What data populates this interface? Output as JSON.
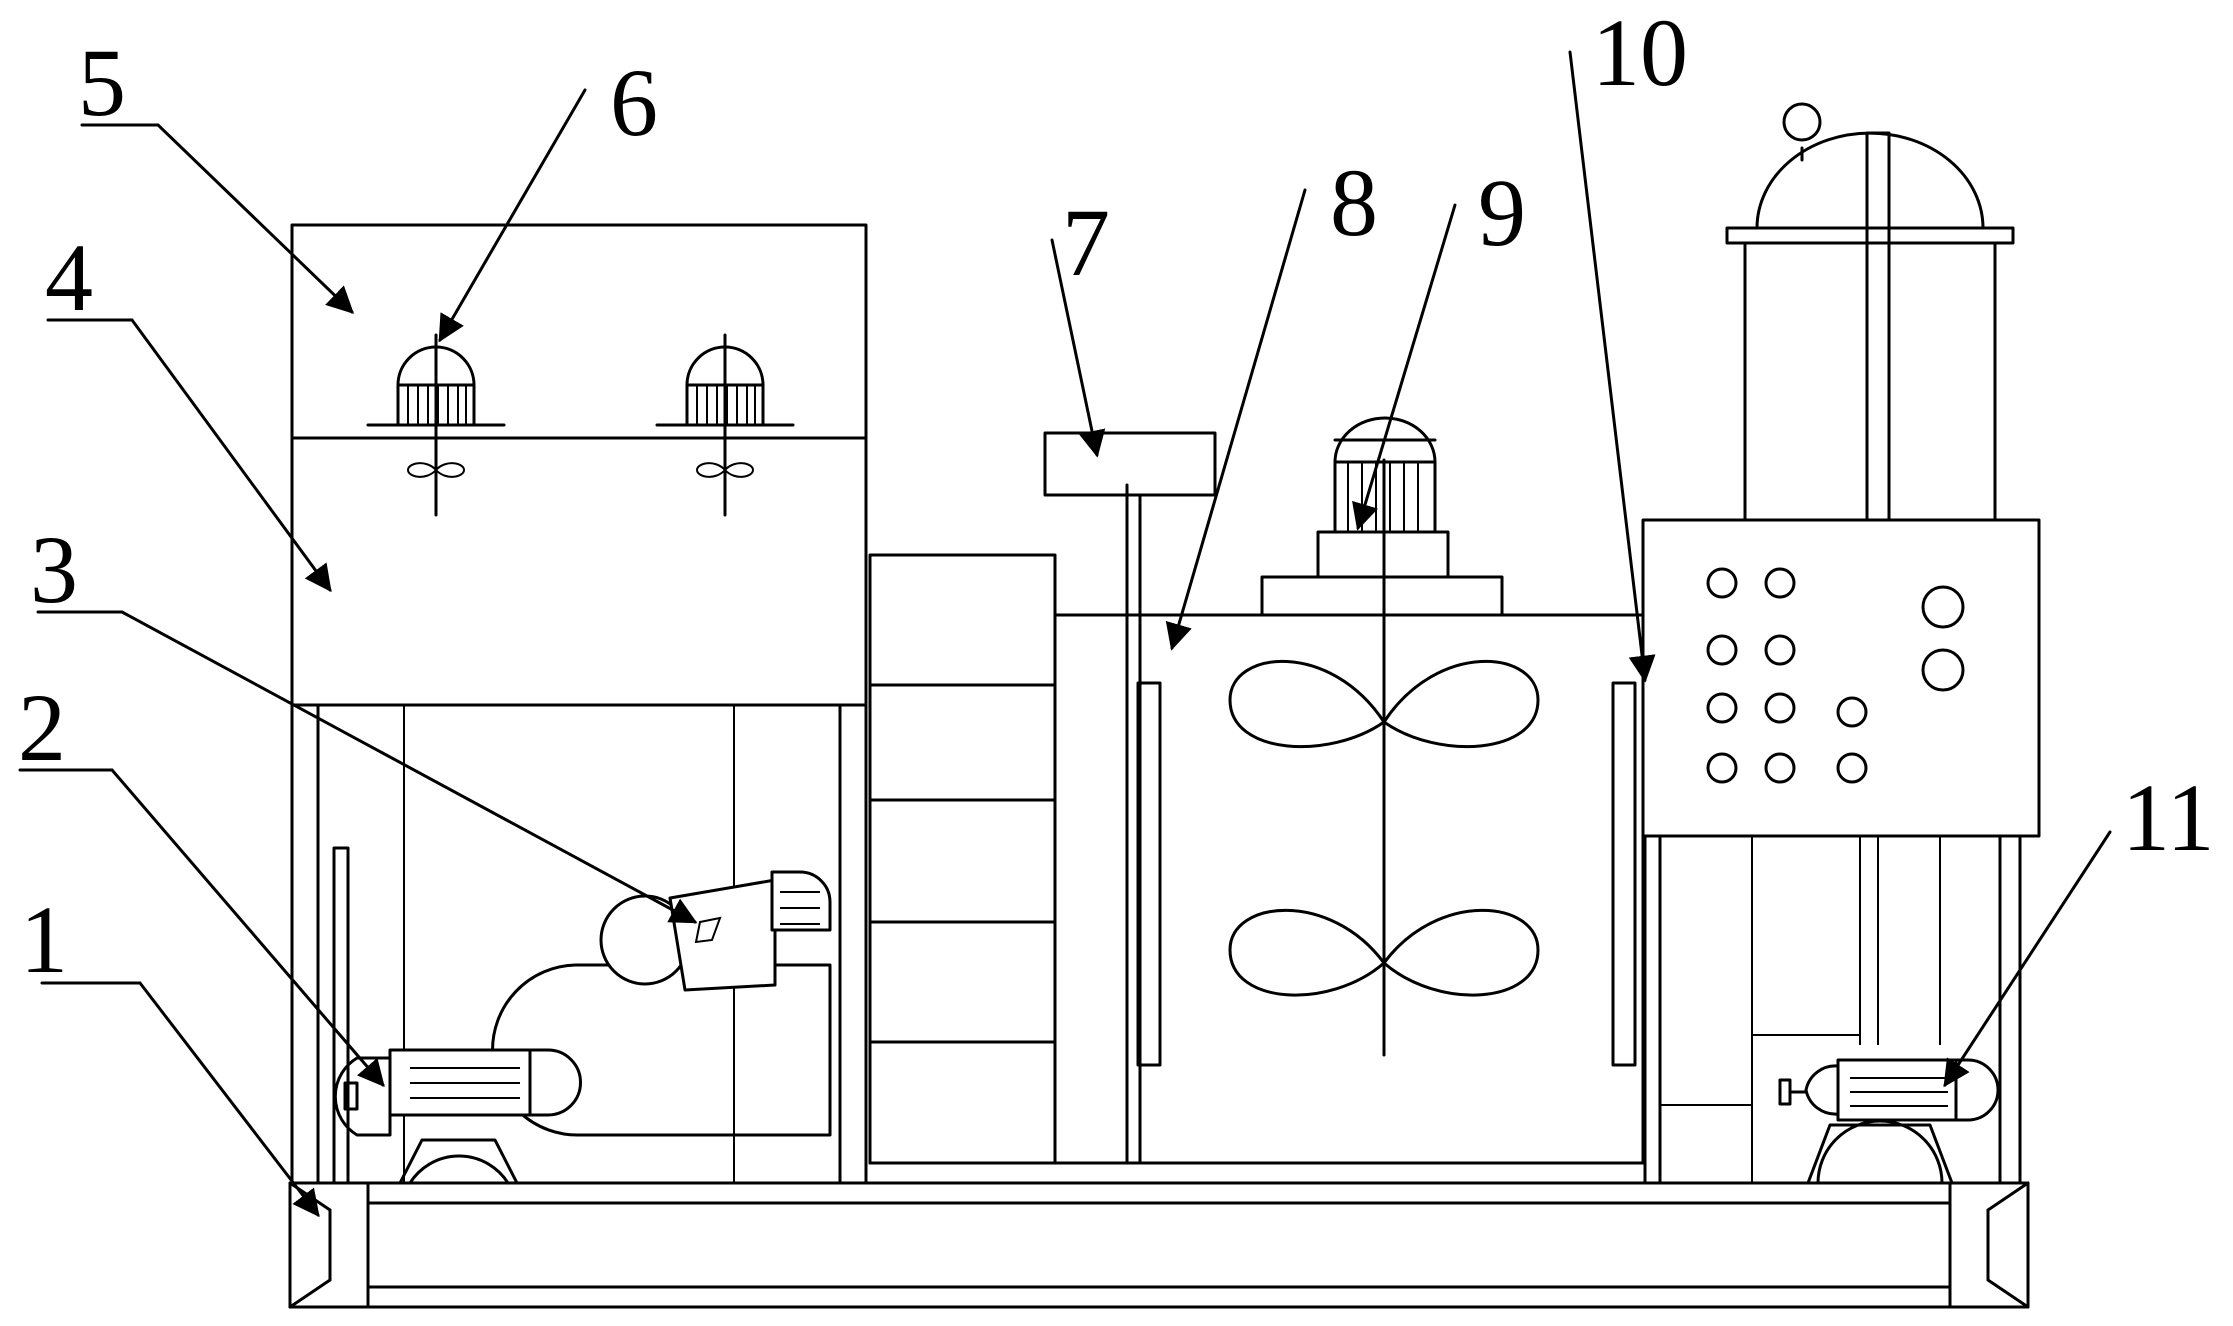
{
  "labels": [
    {
      "id": "1",
      "text": "1"
    },
    {
      "id": "2",
      "text": "2"
    },
    {
      "id": "3",
      "text": "3"
    },
    {
      "id": "4",
      "text": "4"
    },
    {
      "id": "5",
      "text": "5"
    },
    {
      "id": "6",
      "text": "6"
    },
    {
      "id": "7",
      "text": "7"
    },
    {
      "id": "8",
      "text": "8"
    },
    {
      "id": "9",
      "text": "9"
    },
    {
      "id": "10",
      "text": "10"
    },
    {
      "id": "11",
      "text": "11"
    }
  ],
  "colors": {
    "line": "#000000",
    "background": "#ffffff"
  }
}
